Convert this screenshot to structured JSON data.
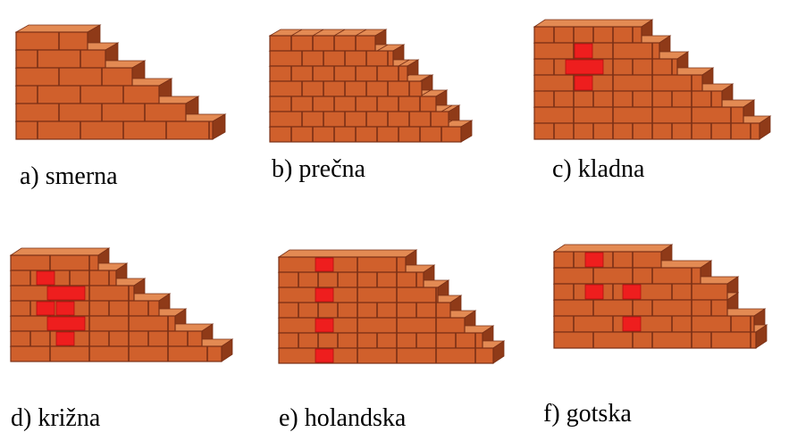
{
  "colors": {
    "brick_front": "#d0602c",
    "brick_top": "#e38a53",
    "brick_side": "#8f3a18",
    "mortar": "#7a3016",
    "highlight": "#ee1e1e",
    "highlight_dark": "#b01010"
  },
  "panels": [
    {
      "id": "a",
      "caption": "a) smerna",
      "bond": "stretcher",
      "highlights": []
    },
    {
      "id": "b",
      "caption": "b) prečna",
      "bond": "header",
      "highlights": []
    },
    {
      "id": "c",
      "caption": "c) kladna",
      "bond": "english",
      "highlights": [
        "cross"
      ]
    },
    {
      "id": "d",
      "caption": "d) križna",
      "bond": "english-cross",
      "highlights": [
        "cross-wide"
      ]
    },
    {
      "id": "e",
      "caption": "e) holandska",
      "bond": "dutch",
      "highlights": [
        "column-headers"
      ]
    },
    {
      "id": "f",
      "caption": "f) gotska",
      "bond": "flemish",
      "highlights": [
        "diagonal-headers"
      ]
    }
  ]
}
